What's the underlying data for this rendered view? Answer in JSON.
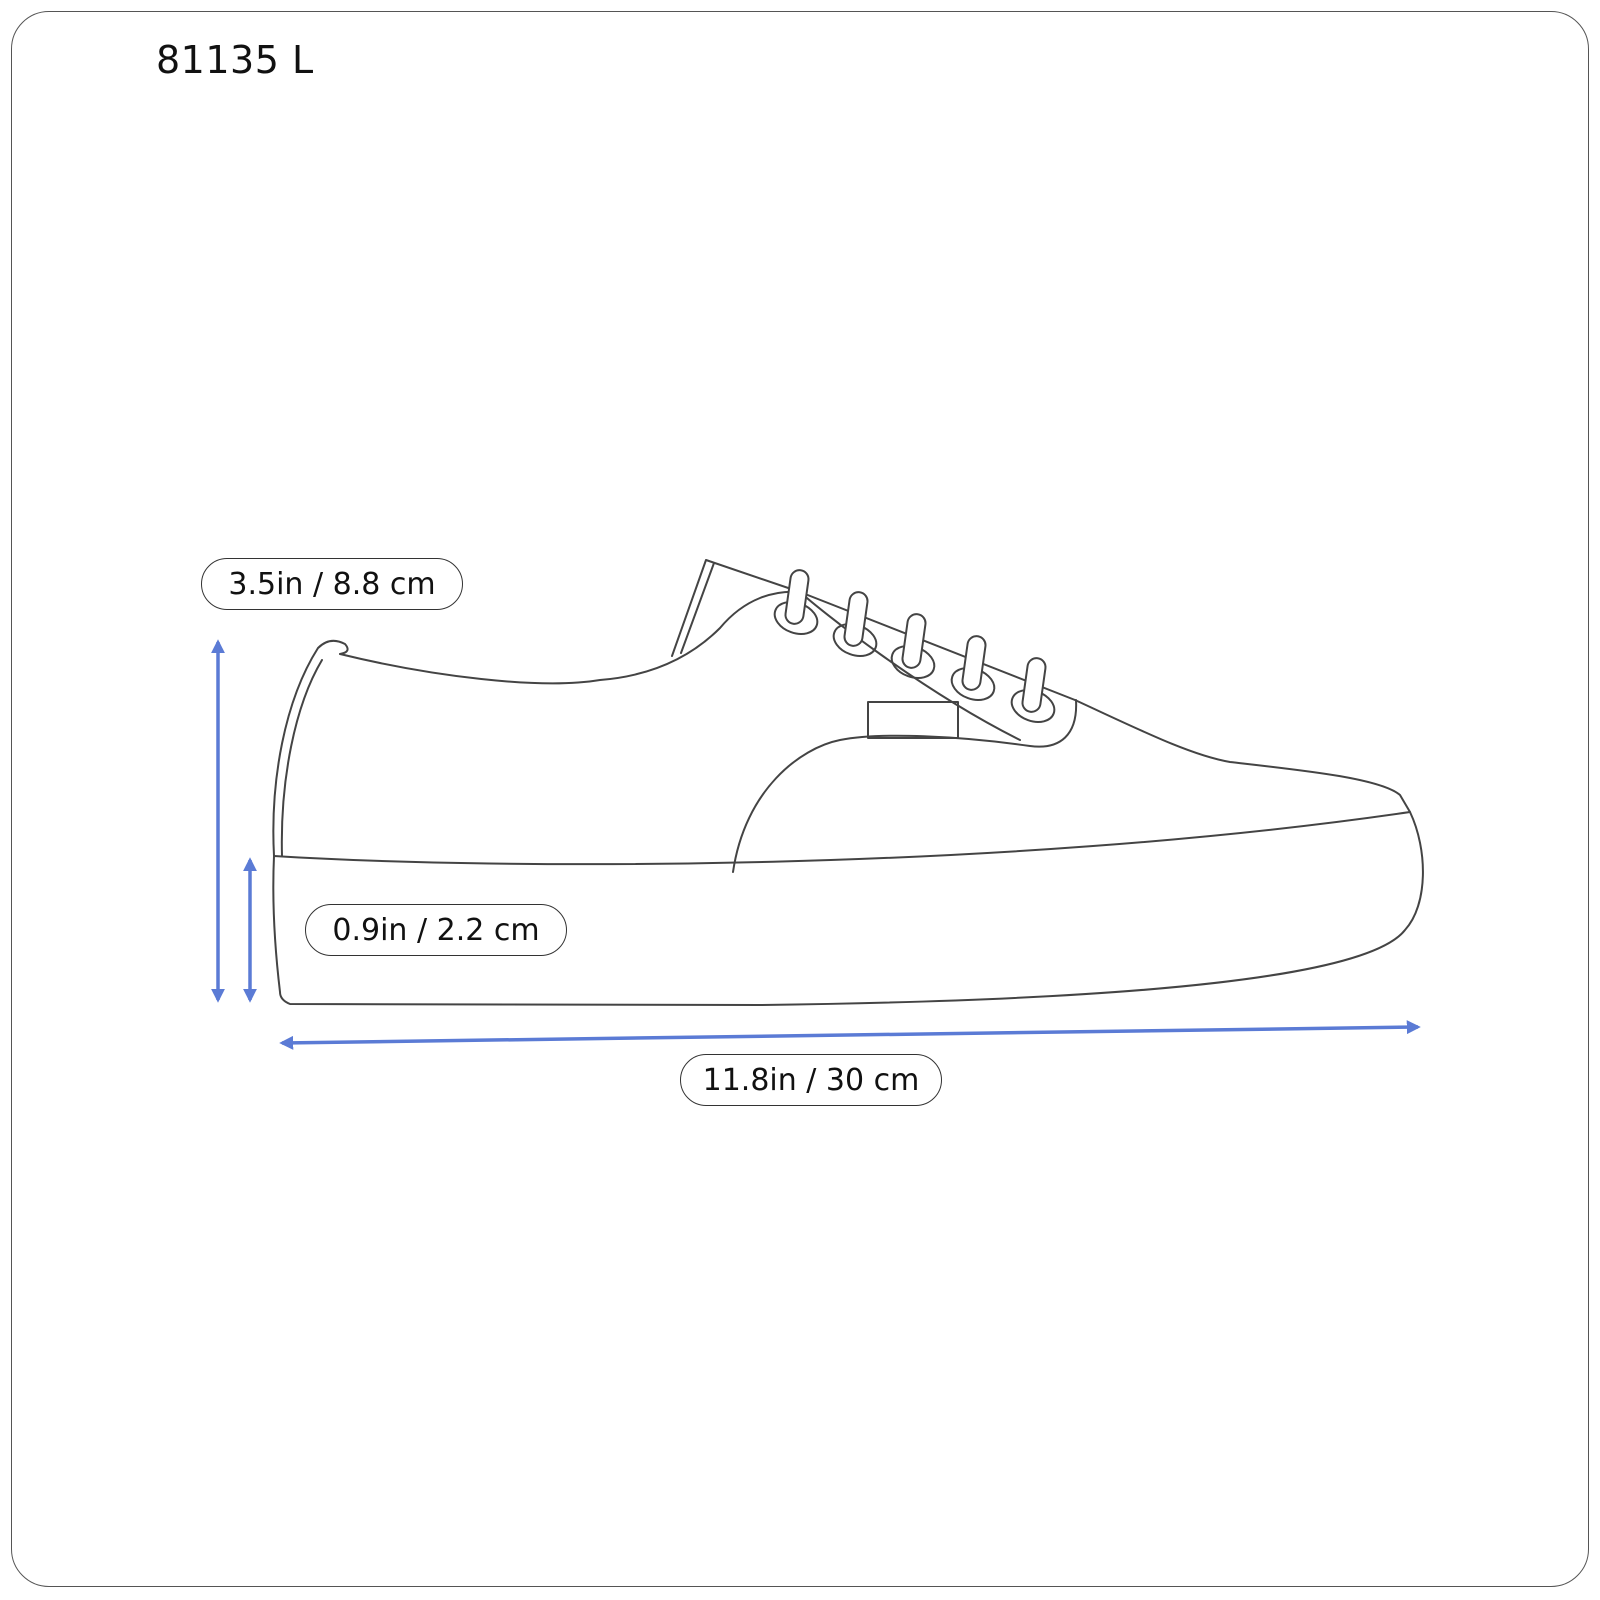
{
  "title": "81135 L",
  "measurements": {
    "height": {
      "label": "3.5in / 8.8 cm",
      "inches": 3.5,
      "cm": 8.8
    },
    "platform": {
      "label": "0.9in / 2.2 cm",
      "inches": 0.9,
      "cm": 2.2
    },
    "length": {
      "label": "11.8in / 30 cm",
      "inches": 11.8,
      "cm": 30
    }
  },
  "colors": {
    "arrow": "#5b7bd5",
    "outline": "#444444",
    "border": "#555555"
  },
  "icons": {
    "shoe": "lace-up-sneaker-outline",
    "arrows": "double-headed-arrow"
  }
}
